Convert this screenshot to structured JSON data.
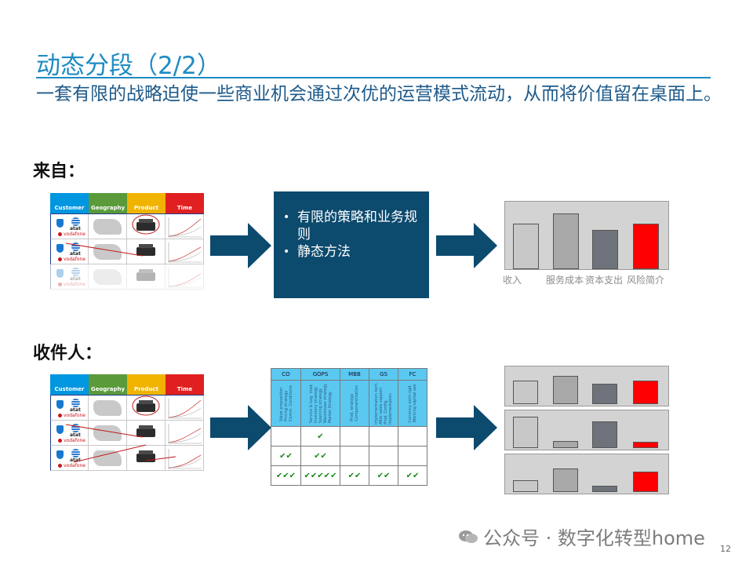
{
  "title": "动态分段（2/2）",
  "subtitle": "一套有限的战略迫使一些商业机会通过次优的运营模式流动，从而将价值留在桌面上。",
  "from_label": "来自：",
  "to_label": "收件人：",
  "matrix": {
    "headers": [
      "Customer",
      "Geography",
      "Product",
      "Time"
    ],
    "header_colors": [
      "#0096e0",
      "#5a9a3a",
      "#f0b400",
      "#e02020"
    ],
    "logo_text_atat": "atat",
    "logo_text_vodafone": "vodafone"
  },
  "strategy_box": {
    "items": [
      "有限的策略和业务规则",
      "静态方法"
    ]
  },
  "bar_chart_top": {
    "labels": [
      "收入",
      "服务成本",
      "资本支出",
      "风险简介"
    ],
    "values": [
      0.67,
      0.82,
      0.58,
      0.67
    ],
    "colors": [
      "#c8c8c8",
      "#a8a8a8",
      "#6e737b",
      "#ff0000"
    ]
  },
  "table": {
    "headers": [
      "CO",
      "GOPS",
      "MBB",
      "GS",
      "FC"
    ],
    "vertical_texts": [
      "Value proposition\nPricing strategy\nComm. Conditions",
      "Service & Log. mod.\nInventory strategy\nSourcing strategy\nWarehouse strategy\nMarket Strategy",
      "Prod. strategy\nComponentization",
      "Implementation tech.\nAfter sales support\nProd. Config.\nImplementation",
      "Currency exch.ngd.\nWorking capital use"
    ],
    "rows": [
      [
        "",
        "✔",
        "",
        "",
        ""
      ],
      [
        "✔✔",
        "✔✔",
        "",
        "",
        ""
      ],
      [
        "✔✔✔",
        "✔✔✔✔✔",
        "✔✔",
        "✔✔",
        "✔✔"
      ]
    ]
  },
  "mini_panels": [
    {
      "values": [
        0.72,
        0.85,
        0.62,
        0.72
      ]
    },
    {
      "values": [
        0.95,
        0.22,
        0.82,
        0.18
      ]
    },
    {
      "values": [
        0.35,
        0.72,
        0.18,
        0.62
      ]
    }
  ],
  "watermark": "公众号 · 数字化转型home",
  "page_number": "12"
}
